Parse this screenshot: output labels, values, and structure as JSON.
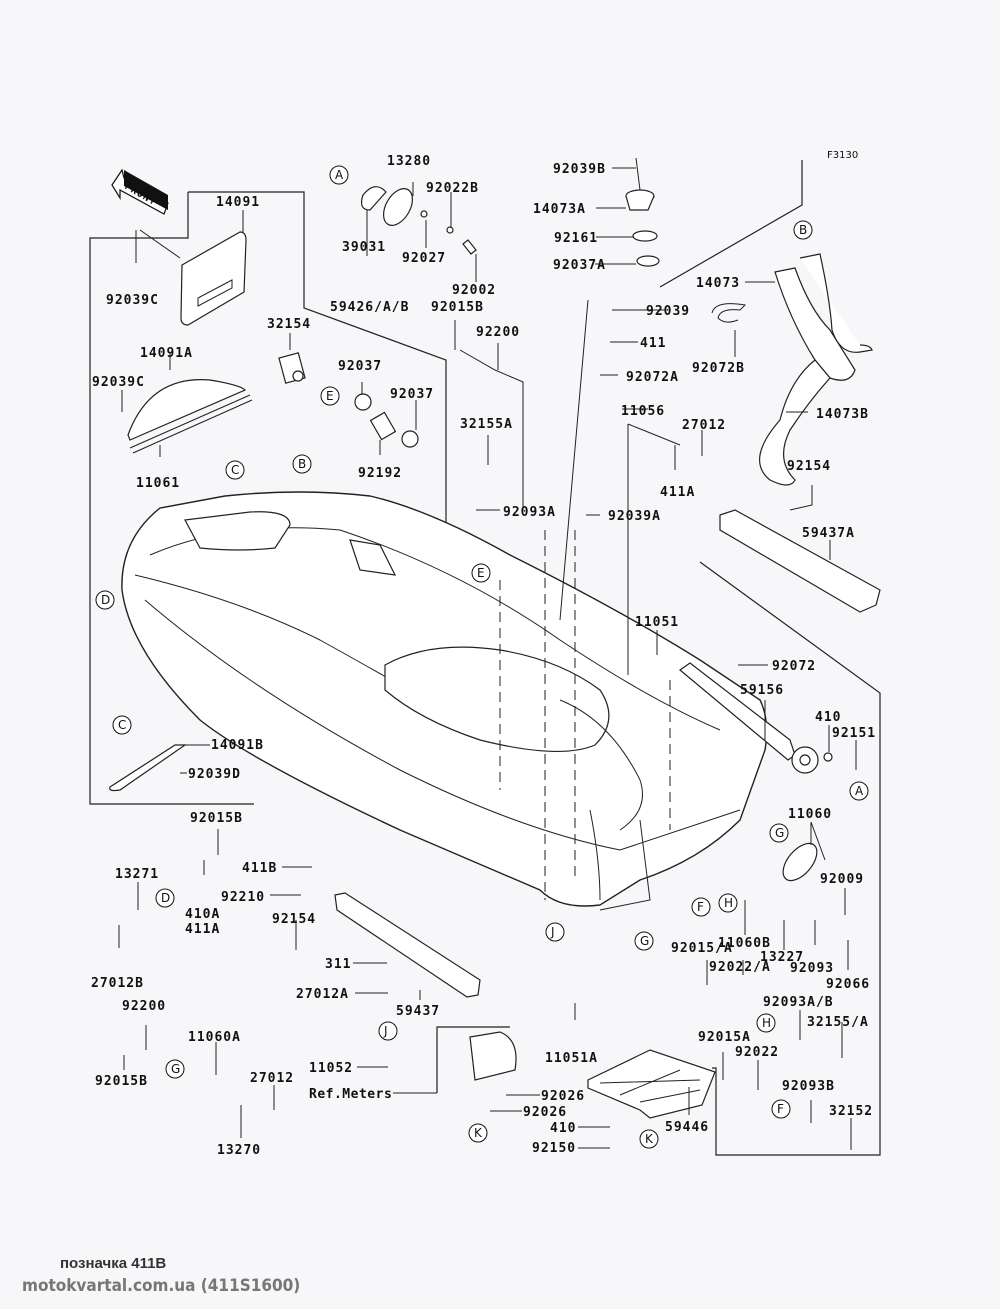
{
  "diagram": {
    "code": "F3130",
    "front_arrow_label": "FRONT",
    "ref_meters_label": "Ref.Meters"
  },
  "parts": [
    {
      "id": "p14091",
      "label": "14091"
    },
    {
      "id": "p92039C_1",
      "label": "92039C"
    },
    {
      "id": "p14091A",
      "label": "14091A"
    },
    {
      "id": "p92039C_2",
      "label": "92039C"
    },
    {
      "id": "p11061",
      "label": "11061"
    },
    {
      "id": "p32154",
      "label": "32154"
    },
    {
      "id": "p13280",
      "label": "13280"
    },
    {
      "id": "p39031",
      "label": "39031"
    },
    {
      "id": "p92022B",
      "label": "92022B"
    },
    {
      "id": "p92027",
      "label": "92027"
    },
    {
      "id": "p92002",
      "label": "92002"
    },
    {
      "id": "p59426",
      "label": "59426/A/B"
    },
    {
      "id": "p92015B_1",
      "label": "92015B"
    },
    {
      "id": "p92200_1",
      "label": "92200"
    },
    {
      "id": "p92037_1",
      "label": "92037"
    },
    {
      "id": "p92037_2",
      "label": "92037"
    },
    {
      "id": "p92192",
      "label": "92192"
    },
    {
      "id": "p32155A",
      "label": "32155A"
    },
    {
      "id": "p92093A",
      "label": "92093A"
    },
    {
      "id": "p92039B",
      "label": "92039B"
    },
    {
      "id": "p14073A",
      "label": "14073A"
    },
    {
      "id": "p92161",
      "label": "92161"
    },
    {
      "id": "p92037A",
      "label": "92037A"
    },
    {
      "id": "p92039",
      "label": "92039"
    },
    {
      "id": "p411",
      "label": "411"
    },
    {
      "id": "p92072A",
      "label": "92072A"
    },
    {
      "id": "p11056",
      "label": "11056"
    },
    {
      "id": "p92039A",
      "label": "92039A"
    },
    {
      "id": "p27012_1",
      "label": "27012"
    },
    {
      "id": "p411A_1",
      "label": "411A"
    },
    {
      "id": "p14073",
      "label": "14073"
    },
    {
      "id": "p92072B",
      "label": "92072B"
    },
    {
      "id": "p14073B",
      "label": "14073B"
    },
    {
      "id": "p92154_1",
      "label": "92154"
    },
    {
      "id": "p59437A",
      "label": "59437A"
    },
    {
      "id": "p11051",
      "label": "11051"
    },
    {
      "id": "p92072",
      "label": "92072"
    },
    {
      "id": "p59156",
      "label": "59156"
    },
    {
      "id": "p410_1",
      "label": "410"
    },
    {
      "id": "p92151",
      "label": "92151"
    },
    {
      "id": "p11060",
      "label": "11060"
    },
    {
      "id": "p92009",
      "label": "92009"
    },
    {
      "id": "p11060B",
      "label": "11060B"
    },
    {
      "id": "p13227",
      "label": "13227"
    },
    {
      "id": "p92093",
      "label": "92093"
    },
    {
      "id": "p92066",
      "label": "92066"
    },
    {
      "id": "p92015A_slash",
      "label": "92015/A"
    },
    {
      "id": "p92022A_slash",
      "label": "92022/A"
    },
    {
      "id": "p92093AB",
      "label": "92093A/B"
    },
    {
      "id": "p32155A_slash",
      "label": "32155/A"
    },
    {
      "id": "p92015A",
      "label": "92015A"
    },
    {
      "id": "p92022",
      "label": "92022"
    },
    {
      "id": "p92093B",
      "label": "92093B"
    },
    {
      "id": "p32152",
      "label": "32152"
    },
    {
      "id": "p14091B",
      "label": "14091B"
    },
    {
      "id": "p92039D",
      "label": "92039D"
    },
    {
      "id": "p92015B_2",
      "label": "92015B"
    },
    {
      "id": "p13271",
      "label": "13271"
    },
    {
      "id": "p410A",
      "label": "410A"
    },
    {
      "id": "p411A_2",
      "label": "411A"
    },
    {
      "id": "p27012B",
      "label": "27012B"
    },
    {
      "id": "p411B",
      "label": "411B"
    },
    {
      "id": "p92210",
      "label": "92210"
    },
    {
      "id": "p92154_2",
      "label": "92154"
    },
    {
      "id": "p311",
      "label": "311"
    },
    {
      "id": "p27012A",
      "label": "27012A"
    },
    {
      "id": "p59437",
      "label": "59437"
    },
    {
      "id": "p11052",
      "label": "11052"
    },
    {
      "id": "p92200_2",
      "label": "92200"
    },
    {
      "id": "p92015B_3",
      "label": "92015B"
    },
    {
      "id": "p11060A",
      "label": "11060A"
    },
    {
      "id": "p27012_2",
      "label": "27012"
    },
    {
      "id": "p13270",
      "label": "13270"
    },
    {
      "id": "p11051A",
      "label": "11051A"
    },
    {
      "id": "p92026_1",
      "label": "92026"
    },
    {
      "id": "p92026_2",
      "label": "92026"
    },
    {
      "id": "p410_2",
      "label": "410"
    },
    {
      "id": "p92150",
      "label": "92150"
    },
    {
      "id": "p59446",
      "label": "59446"
    }
  ],
  "callouts": {
    "A": "A",
    "B": "B",
    "C": "C",
    "D": "D",
    "E": "E",
    "F": "F",
    "G": "G",
    "H": "H",
    "J": "J",
    "K": "K"
  },
  "footer": {
    "caption": "позначка 411B",
    "watermark": "motokvartal.com.ua (411S1600)"
  }
}
